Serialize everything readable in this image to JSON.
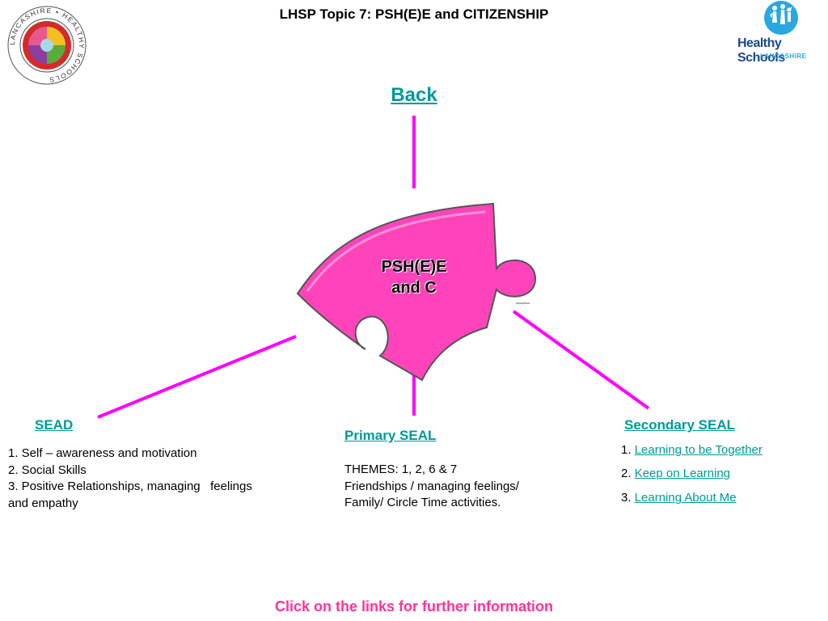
{
  "header": {
    "title": "LHSP Topic 7: PSH(E)E and CITIZENSHIP"
  },
  "logos": {
    "left_ring_text": "LANCASHIRE • HEALTHY SCHOOLS",
    "right_title": "Healthy Schools",
    "right_subtitle": "LANCASHIRE"
  },
  "nav": {
    "back_label": "Back"
  },
  "center": {
    "line1": "PSH(E)E",
    "line2": "and C"
  },
  "sead": {
    "heading": "SEAD",
    "items": [
      "1. Self – awareness and motivation",
      "2. Social Skills",
      "3. Positive Relationships, managing   feelings",
      "and empathy"
    ]
  },
  "primary": {
    "heading": "Primary SEAL",
    "lines": [
      "THEMES: 1, 2, 6 & 7",
      "Friendships / managing feelings/",
      "Family/ Circle Time activities."
    ]
  },
  "secondary": {
    "heading": "Secondary SEAL",
    "items": [
      {
        "num": "1.",
        "label": "Learning to be Together"
      },
      {
        "num": "2.",
        "label": "Keep on Learning"
      },
      {
        "num": "3.",
        "label": "Learning About Me"
      }
    ]
  },
  "footer": {
    "text": "Click on the links for further information"
  },
  "colors": {
    "link": "#009999",
    "connector": "#ff00ff",
    "puzzle": "#ff44bb",
    "footer": "#ff3399"
  }
}
